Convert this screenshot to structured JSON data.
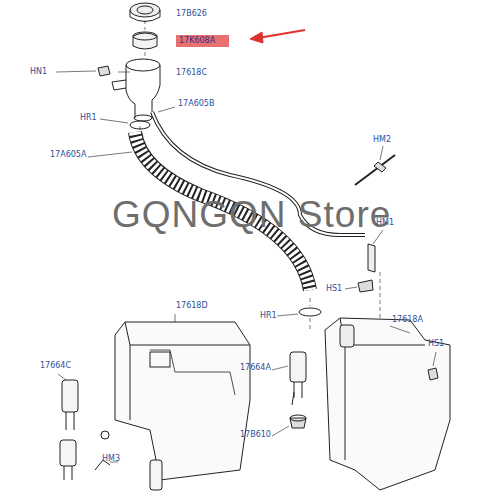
{
  "diagram": {
    "labels": [
      "17B626",
      "17K608A",
      "HN1",
      "17618C",
      "HR1",
      "17A605B",
      "17A605A",
      "HM2",
      "GQNGQN  Store",
      "HM1",
      "HS1",
      "HR1",
      "17618D",
      "17618A",
      "HS1",
      "17664C",
      "17664A",
      "17B610",
      "HM3"
    ]
  }
}
